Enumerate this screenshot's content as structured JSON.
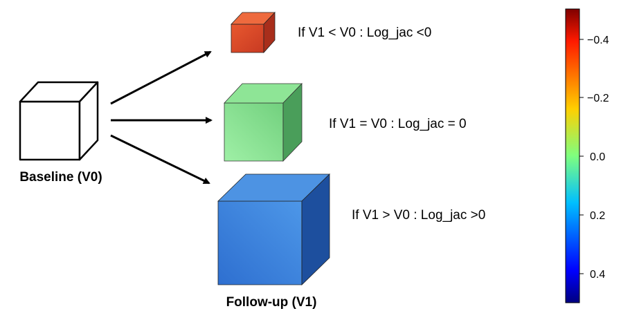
{
  "baseline": {
    "label": "Baseline (V0)"
  },
  "followup": {
    "label": "Follow-up (V1)"
  },
  "cases": [
    {
      "condition": "If  V1 < V0 : Log_jac <0"
    },
    {
      "condition": "If  V1 = V0 : Log_jac = 0"
    },
    {
      "condition": "If  V1 > V0 : Log_jac >0"
    }
  ],
  "colorbar": {
    "ticks": [
      "−0.4",
      "−0.2",
      "0.0",
      "0.2",
      "0.4"
    ],
    "colormap": "jet (reversed)"
  },
  "colors": {
    "small_cube": "#d9472b",
    "mid_cube": "#7fd98a",
    "large_cube": "#3a86de",
    "baseline_cube": "#ffffff"
  }
}
